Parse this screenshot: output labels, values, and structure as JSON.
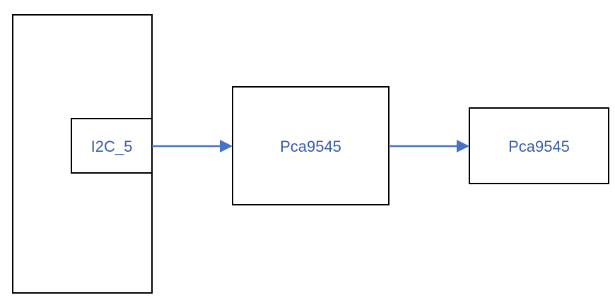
{
  "nodes": {
    "controller_label": "I2C_5",
    "mux1_label": "Pca9545",
    "mux2_label": "Pca9545"
  },
  "colors": {
    "box_stroke": "#000000",
    "edge": "#4472c4",
    "text": "#3a5ea8"
  }
}
